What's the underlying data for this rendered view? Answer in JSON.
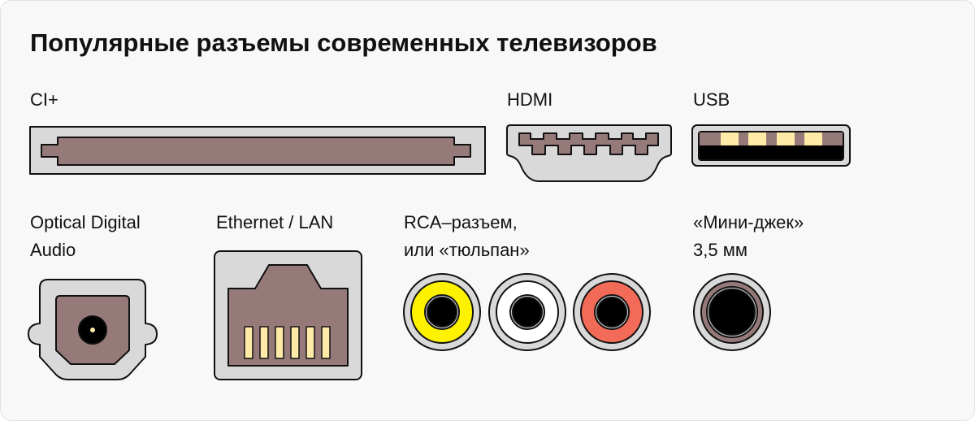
{
  "title": "Популярные разъемы современных телевизоров",
  "connectors": {
    "ci": {
      "label": "CI+"
    },
    "hdmi": {
      "label": "HDMI"
    },
    "usb": {
      "label": "USB"
    },
    "optical": {
      "label_line1": "Optical Digital",
      "label_line2": "Audio"
    },
    "ethernet": {
      "label": "Ethernet / LAN"
    },
    "rca": {
      "label_line1": "RCA–разъем,",
      "label_line2": "или «тюльпан»"
    },
    "minijack": {
      "label_line1": "«Мини-джек»",
      "label_line2": "3,5 мм"
    }
  },
  "colors": {
    "body": "#d9d9d9",
    "brown": "#967a79",
    "pin": "#ffeaa8",
    "yellow": "#fff200",
    "white": "#ffffff",
    "red": "#f26b58"
  }
}
